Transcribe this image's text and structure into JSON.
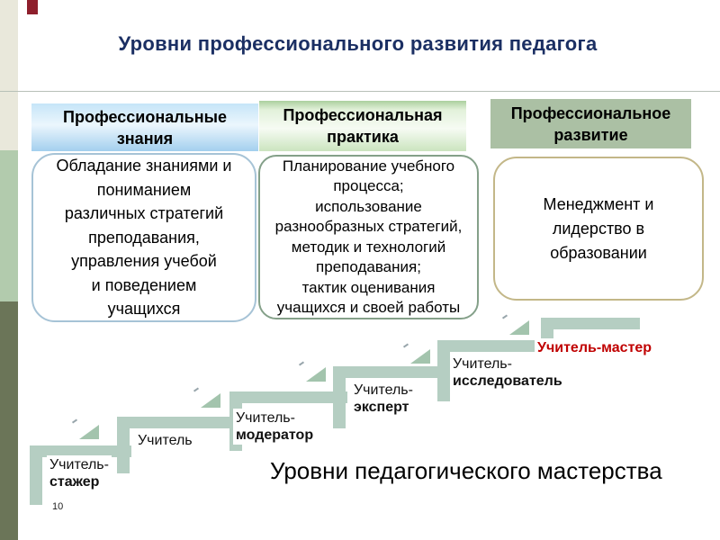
{
  "slide": {
    "title": "Уровни профессионального развития педагога",
    "page_number": "10"
  },
  "columns": [
    {
      "header": "Профессиональные\nзнания",
      "body": "Обладание знаниями и\nпониманием\nразличных стратегий\nпреподавания,\nуправления учебой\nи поведением\nучащихся"
    },
    {
      "header": "Профессиональная\nпрактика",
      "body": "Планирование учебного\nпроцесса;\nиспользование\nразнообразных стратегий,\nметодик и технологий\nпреподавания;\nтактик оценивания\nучащихся и своей работы"
    },
    {
      "header": "Профессиональное\nразвитие",
      "body": "Менеджмент и\nлидерство в\nобразовании"
    }
  ],
  "ladder": {
    "caption": "Уровни педагогического мастерства",
    "steps": [
      {
        "line1": "Учитель-",
        "line2": "стажер"
      },
      {
        "line1": "Учитель",
        "line2": ""
      },
      {
        "line1": "Учитель-",
        "line2": "модератор"
      },
      {
        "line1": "Учитель-",
        "line2": "эксперт"
      },
      {
        "line1": "Учитель-",
        "line2": "исследователь"
      },
      {
        "line1": "Учитель-мастер",
        "line2": ""
      }
    ]
  },
  "colors": {
    "title_color": "#1b2f63",
    "stripe_beige": "#e9e8db",
    "stripe_green": "#b2cbad",
    "stripe_olive": "#6b7558",
    "accent_red": "#8e1f2c",
    "divider": "#b7c0b7",
    "header1_top": "#c6e5f8",
    "header1_bottom": "#a3cfee",
    "header2_bottom": "#cbe4bf",
    "header3_bg": "#abc0a4",
    "box1_border": "#a6c3d6",
    "box2_border": "#84a089",
    "box3_border": "#c3b788",
    "stair_bar": "#b5cec2",
    "stair_triangle": "#a3c4ad",
    "master_red": "#c00000"
  }
}
